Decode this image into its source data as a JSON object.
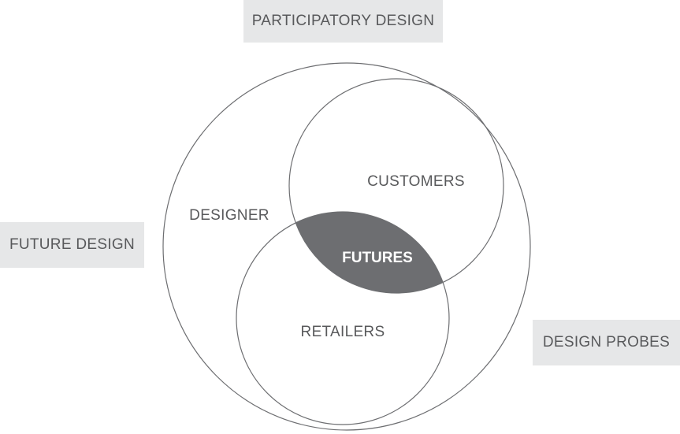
{
  "tags": {
    "participatory_design": "PARTICIPATORY DESIGN",
    "future_design": "FUTURE DESIGN",
    "design_probes": "DESIGN PROBES"
  },
  "venn": {
    "outer_label": "DESIGNER",
    "top_label": "CUSTOMERS",
    "bottom_label": "RETAILERS",
    "intersection_label": "FUTURES"
  },
  "colors": {
    "tag_background": "#e6e7e8",
    "text": "#58595b",
    "stroke": "#6d6e71",
    "intersection_fill": "#6d6e71",
    "intersection_text": "#ffffff"
  }
}
